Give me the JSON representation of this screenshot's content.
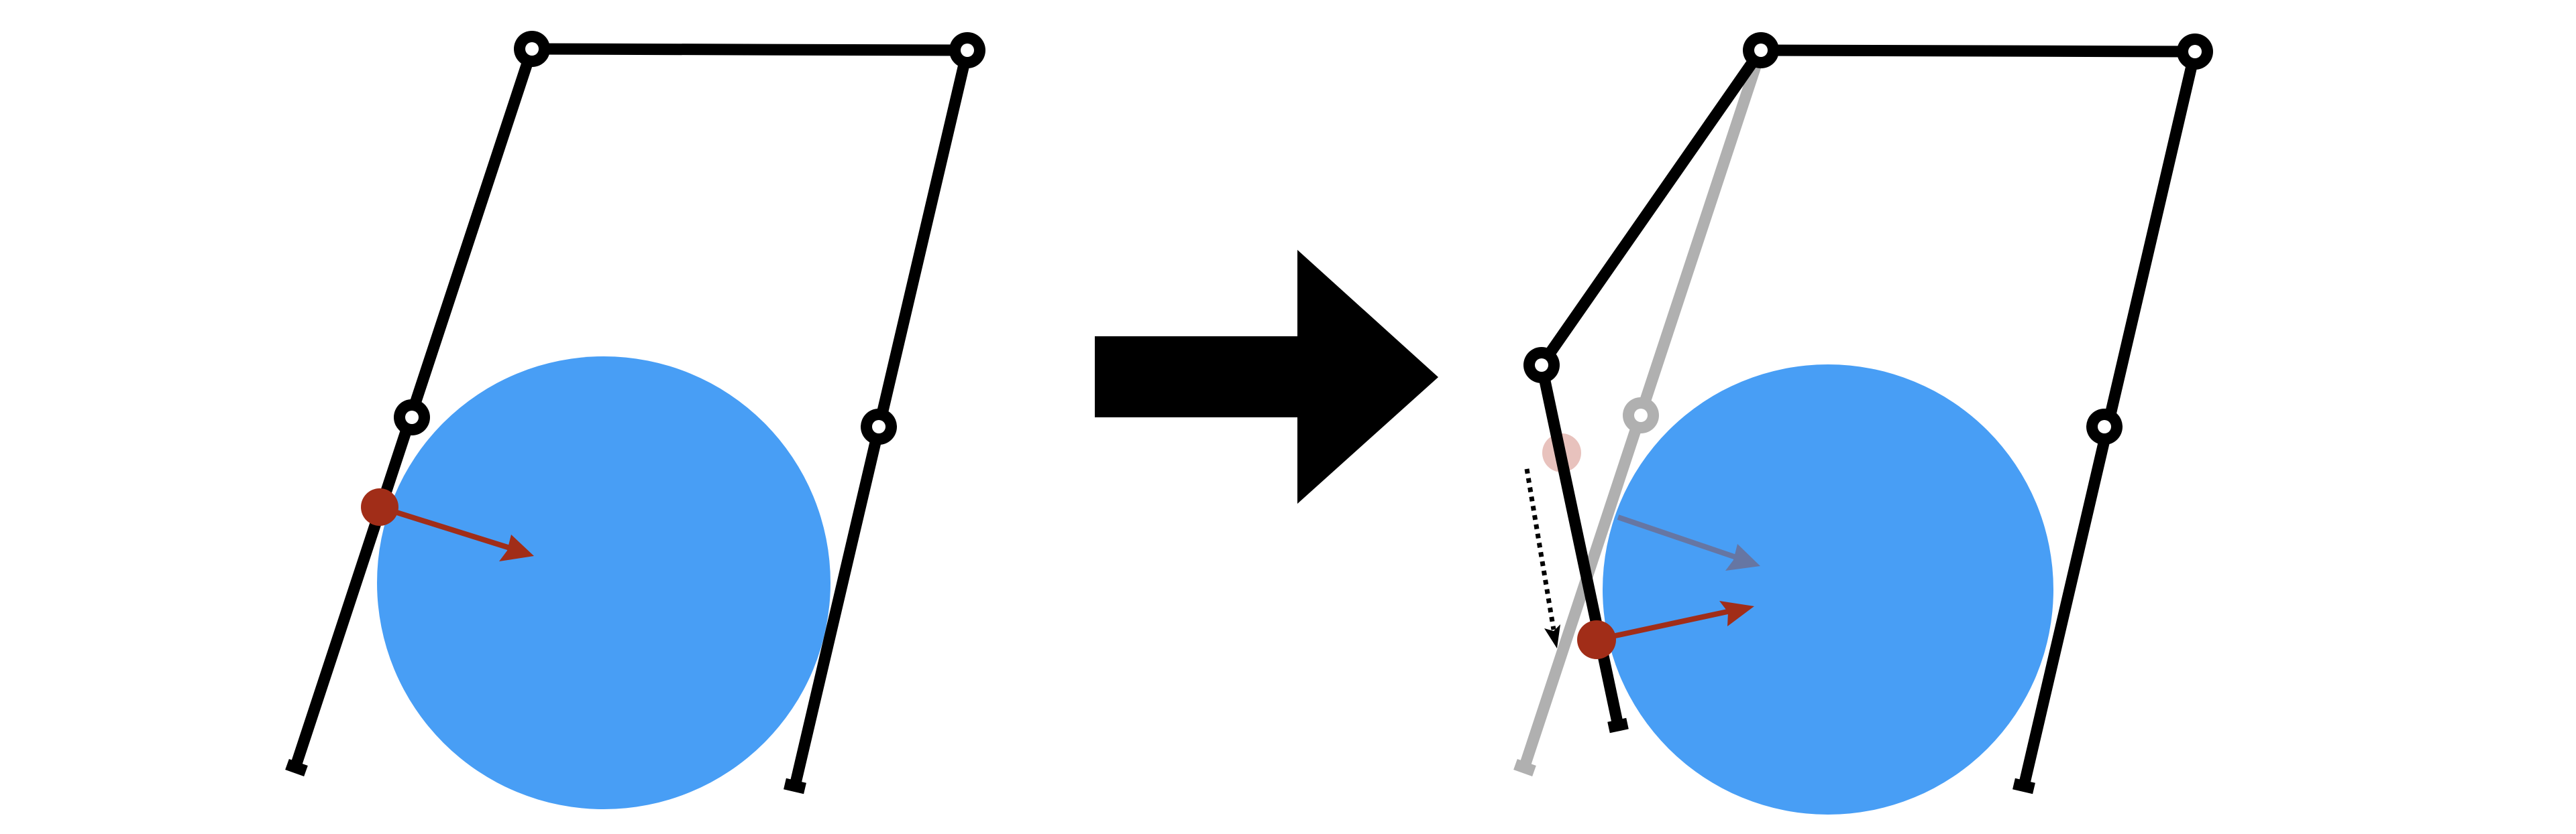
{
  "colors": {
    "background": "#ffffff",
    "link": "#000000",
    "ghost_link": "#b0b0b0",
    "ball": "#489ef5",
    "contact_point": "#a12d18",
    "ghost_contact_point": "#e8c2bd",
    "force_arrow": "#a12d18",
    "ghost_force_arrow": "#6676a3",
    "joint_fill": "#ffffff"
  },
  "panels": [
    {
      "name": "initial-state"
    },
    {
      "name": "perturbed-state"
    }
  ],
  "transition_arrow": {
    "direction": "right"
  }
}
